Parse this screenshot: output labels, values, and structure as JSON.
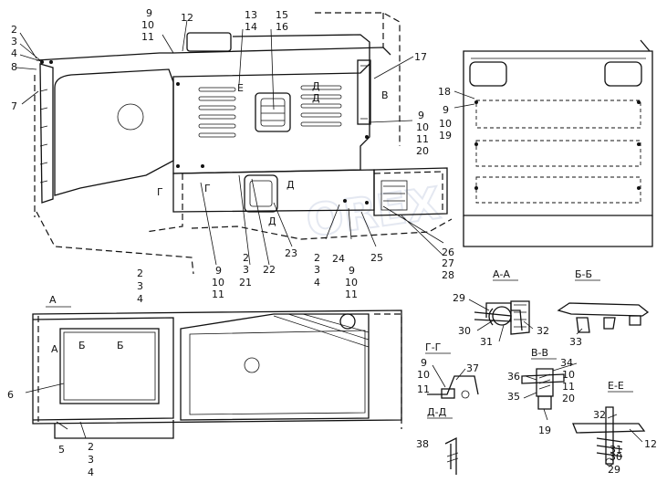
{
  "watermark": "OREX",
  "section_titles": {
    "aa": "А-А",
    "bb": "Б-Б",
    "vv": "В-В",
    "gg": "Г-Г",
    "dd": "Д-Д",
    "ee": "Е-Е"
  },
  "view_marks": {
    "d1": "Д",
    "d2": "Д",
    "d3": "Д",
    "d4": "Д",
    "e1": "Е",
    "v1": "В",
    "g1": "Г",
    "g2": "Г",
    "a1": "А",
    "a2": "А",
    "b1": "Б",
    "b2": "Б"
  },
  "callouts": {
    "c2a": "2",
    "c3a": "3",
    "c4a": "4",
    "c8": "8",
    "c7": "7",
    "c9a": "9",
    "c10a": "10",
    "c11a": "11",
    "c12a": "12",
    "c13": "13",
    "c14": "14",
    "c15": "15",
    "c16": "16",
    "c17": "17",
    "c9b": "9",
    "c10b": "10",
    "c11b": "11",
    "c20a": "20",
    "c18": "18",
    "c9c": "9",
    "c10c": "10",
    "c19a": "19",
    "c9d": "9",
    "c10d": "10",
    "c11d": "11",
    "c2b": "2",
    "c3b": "3",
    "c21": "21",
    "c22": "22",
    "c23": "23",
    "c2c": "2",
    "c3c": "3",
    "c4c": "4",
    "c24": "24",
    "c9e": "9",
    "c10e": "10",
    "c11e": "11",
    "c25": "25",
    "c26": "26",
    "c27": "27",
    "c28": "28",
    "c2d": "2",
    "c3d": "3",
    "c4d": "4",
    "c6": "6",
    "c5": "5",
    "c2e": "2",
    "c3e": "3",
    "c4e": "4",
    "c29a": "29",
    "c30a": "30",
    "c31a": "31",
    "c32a": "32",
    "c33": "33",
    "c9f": "9",
    "c10f": "10",
    "c11f": "11",
    "c37": "37",
    "c34": "34",
    "c36": "36",
    "c35": "35",
    "c10g": "10",
    "c11g": "11",
    "c20b": "20",
    "c19b": "19",
    "c38": "38",
    "c32b": "32",
    "c12b": "12",
    "c31b": "31",
    "c30b": "30",
    "c29b": "29"
  }
}
